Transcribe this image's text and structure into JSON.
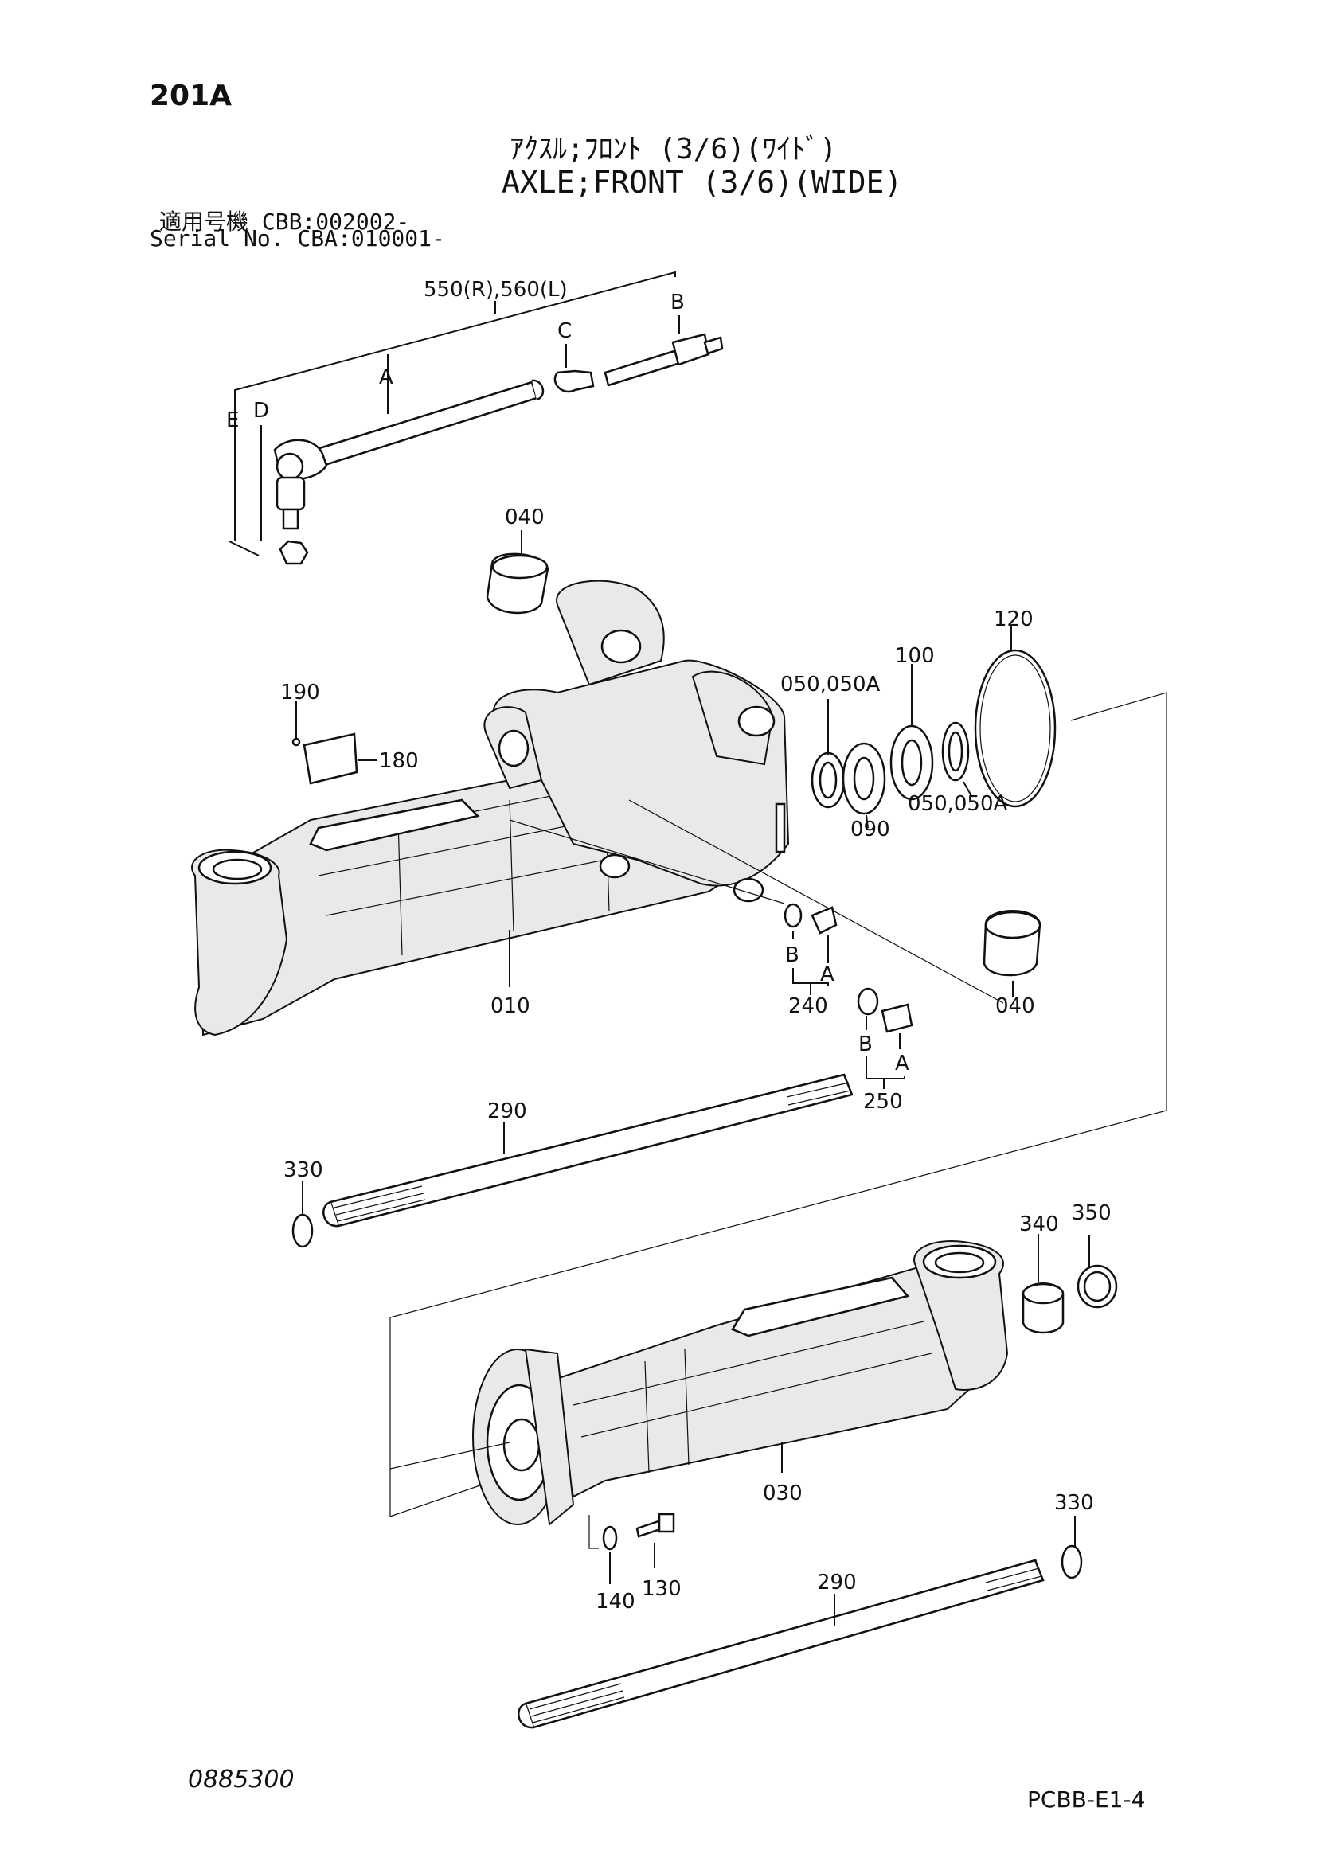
{
  "header": {
    "page_code": "201A",
    "title_jp": "ｱｸｽﾙ;ﾌﾛﾝﾄ (3/6)(ﾜｲﾄﾞ)",
    "title_en": "AXLE;FRONT (3/6)(WIDE)",
    "serial_line_jp": "適用号機  CBB:002002-",
    "serial_line_en": "Serial No. CBA:010001-"
  },
  "footer": {
    "doc_number": "0885300",
    "sheet_code": "PCBB-E1-4"
  },
  "callouts": {
    "tie_rod": "550(R),560(L)",
    "sub_a": "A",
    "sub_b": "B",
    "sub_c": "C",
    "sub_d": "D",
    "sub_e": "E",
    "p040_top": "040",
    "p040_bottom": "040",
    "p120": "120",
    "p100": "100",
    "p050_top": "050,050A",
    "p050_bottom": "050,050A",
    "p090": "090",
    "p190": "190",
    "p180": "180",
    "p010": "010",
    "p240": "240",
    "p240_b": "B",
    "p240_a": "A",
    "p250": "250",
    "p250_b": "B",
    "p250_a": "A",
    "p290_upper": "290",
    "p330_left": "330",
    "p340": "340",
    "p350": "350",
    "p030": "030",
    "p330_right": "330",
    "p140": "140",
    "p130": "130",
    "p290_lower": "290"
  }
}
